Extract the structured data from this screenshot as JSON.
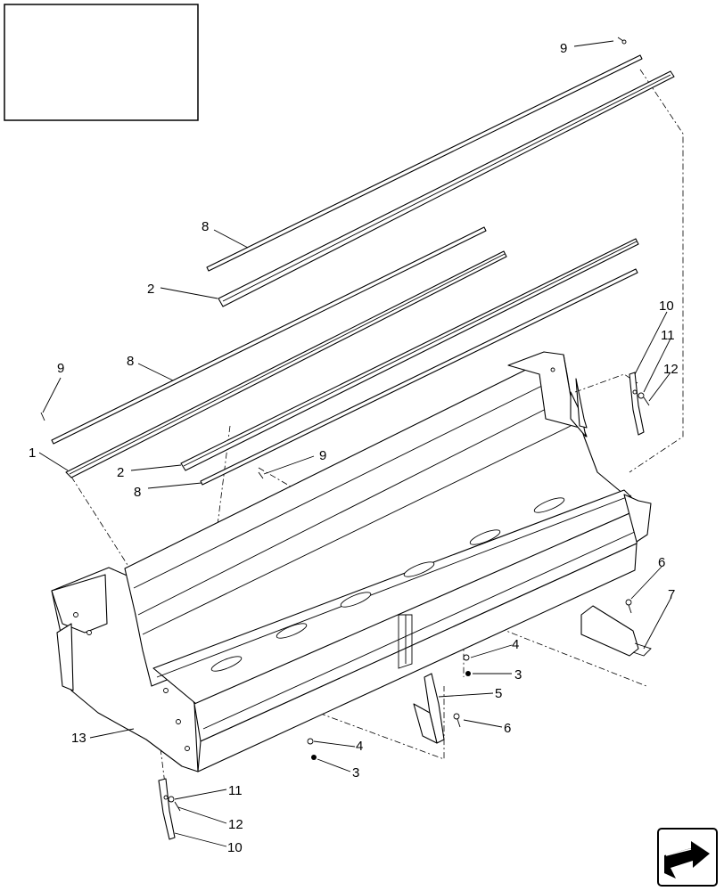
{
  "callouts": [
    {
      "label": "9"
    },
    {
      "label": "8"
    },
    {
      "label": "2"
    },
    {
      "label": "9"
    },
    {
      "label": "8"
    },
    {
      "label": "1"
    },
    {
      "label": "2"
    },
    {
      "label": "9"
    },
    {
      "label": "8"
    },
    {
      "label": "10"
    },
    {
      "label": "11"
    },
    {
      "label": "12"
    },
    {
      "label": "6"
    },
    {
      "label": "7"
    },
    {
      "label": "4"
    },
    {
      "label": "3"
    },
    {
      "label": "5"
    },
    {
      "label": "6"
    },
    {
      "label": "4"
    },
    {
      "label": "3"
    },
    {
      "label": "13"
    },
    {
      "label": "11"
    },
    {
      "label": "12"
    },
    {
      "label": "10"
    }
  ],
  "icons": {
    "inset_box": "blank-reference-box",
    "navigation": "next-arrow-icon"
  }
}
